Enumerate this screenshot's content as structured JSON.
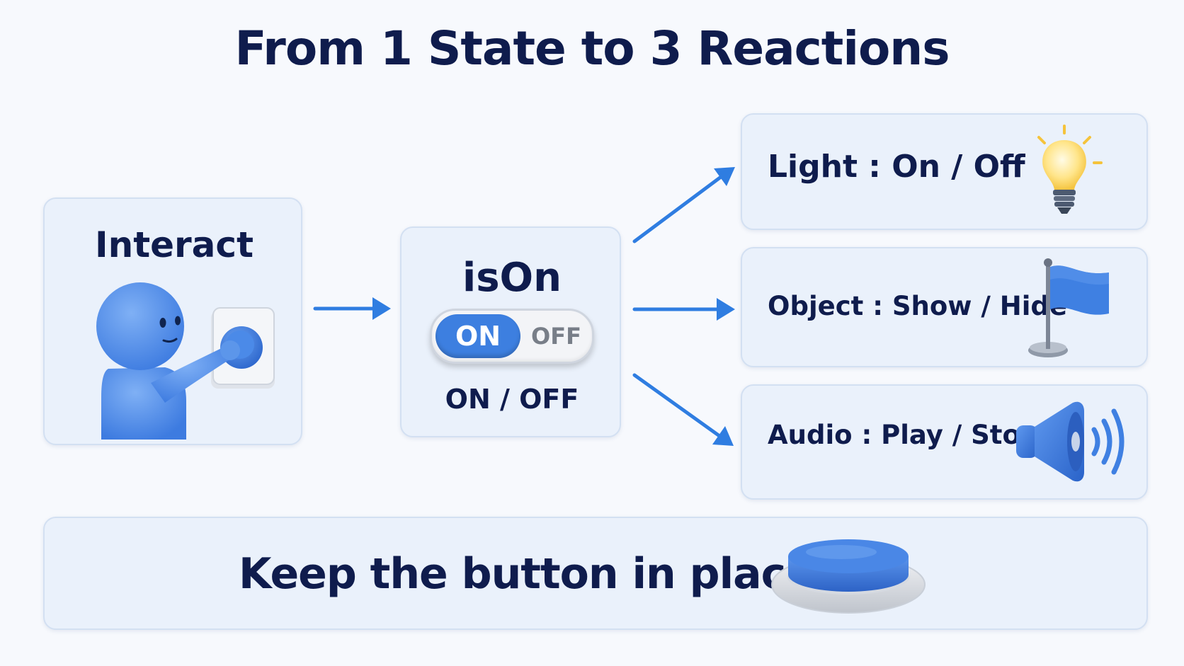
{
  "title": "From 1 State to 3 Reactions",
  "interact": {
    "label": "Interact",
    "icon": "person-pressing-button-icon"
  },
  "state": {
    "name": "isOn",
    "toggle_on": "ON",
    "toggle_off": "OFF",
    "value_text": "ON / OFF"
  },
  "reactions": [
    {
      "label": "Light : On / Off",
      "icon": "lightbulb-icon"
    },
    {
      "label": "Object : Show / Hide",
      "icon": "flag-icon"
    },
    {
      "label": "Audio : Play / Stop",
      "icon": "speaker-icon"
    }
  ],
  "bottom": {
    "label": "Keep the button in place",
    "icon": "push-button-icon"
  },
  "colors": {
    "accent": "#2f7de1",
    "text": "#0f1c4d",
    "card": "#eaf1fb"
  }
}
